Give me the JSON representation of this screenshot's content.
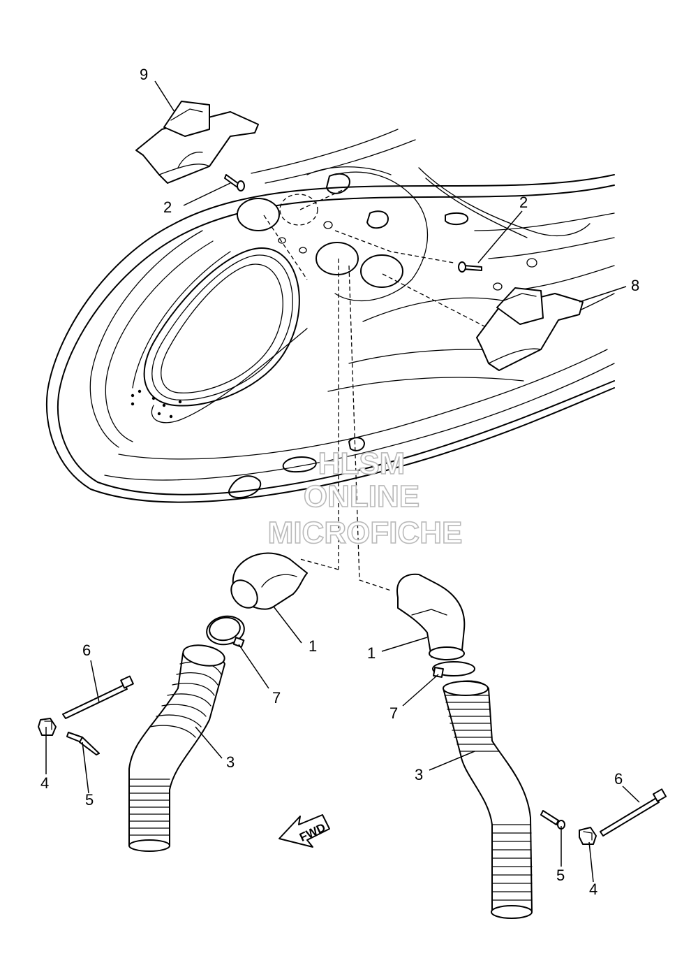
{
  "callouts": [
    {
      "id": "c9",
      "label": "9"
    },
    {
      "id": "c2a",
      "label": "2"
    },
    {
      "id": "c2b",
      "label": "2"
    },
    {
      "id": "c8",
      "label": "8"
    },
    {
      "id": "c1a",
      "label": "1"
    },
    {
      "id": "c1b",
      "label": "1"
    },
    {
      "id": "c7a",
      "label": "7"
    },
    {
      "id": "c7b",
      "label": "7"
    },
    {
      "id": "c6a",
      "label": "6"
    },
    {
      "id": "c6b",
      "label": "6"
    },
    {
      "id": "c3a",
      "label": "3"
    },
    {
      "id": "c3b",
      "label": "3"
    },
    {
      "id": "c4a",
      "label": "4"
    },
    {
      "id": "c4b",
      "label": "4"
    },
    {
      "id": "c5a",
      "label": "5"
    },
    {
      "id": "c5b",
      "label": "5"
    }
  ],
  "watermark": {
    "line1": "HLSM",
    "line2": "ONLINE",
    "line3": "MICROFICHE",
    "color": "#b9b9b9"
  },
  "direction_arrow": {
    "label": "FWD"
  }
}
